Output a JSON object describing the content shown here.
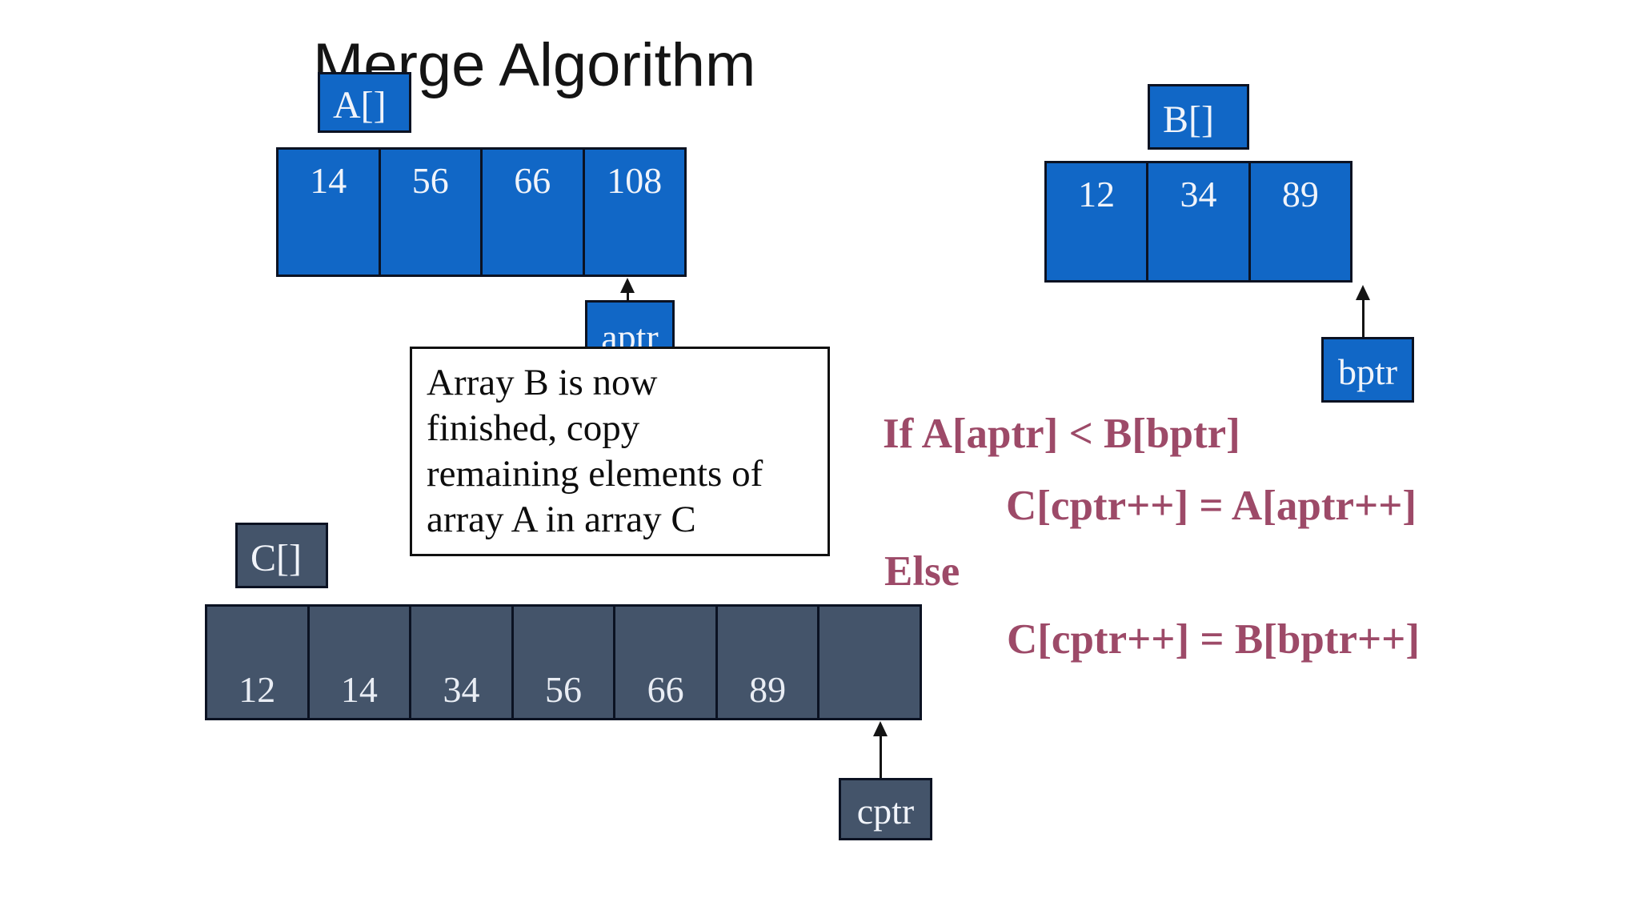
{
  "title": "Merge Algorithm",
  "colors": {
    "blue": "#1167C6",
    "slate": "#44546A",
    "maroon": "#9D4A68",
    "border": "#0B1222",
    "cell_text": "#F1F4FA",
    "slate_cell_text": "#E9EDF4",
    "note_text": "#0D0D0D",
    "title_text": "#141414",
    "arrow": "#141414"
  },
  "array_a": {
    "label": "A[]",
    "cells": [
      "14",
      "56",
      "66",
      "108"
    ],
    "pointer_label": "aptr"
  },
  "array_b": {
    "label": "B[]",
    "cells": [
      "12",
      "34",
      "89"
    ],
    "pointer_label": "bptr"
  },
  "array_c": {
    "label": "C[]",
    "cells": [
      "12",
      "14",
      "34",
      "56",
      "66",
      "89",
      ""
    ],
    "pointer_label": "cptr"
  },
  "note": {
    "lines": [
      "Array B is now",
      "finished, copy",
      "remaining elements of",
      "array A in array C"
    ]
  },
  "pseudocode": {
    "lines": [
      {
        "text": "If A[aptr] < B[bptr]"
      },
      {
        "text": "C[cptr++] = A[aptr++]"
      },
      {
        "text": "Else"
      },
      {
        "text": "C[cptr++] = B[bptr++]"
      }
    ]
  }
}
